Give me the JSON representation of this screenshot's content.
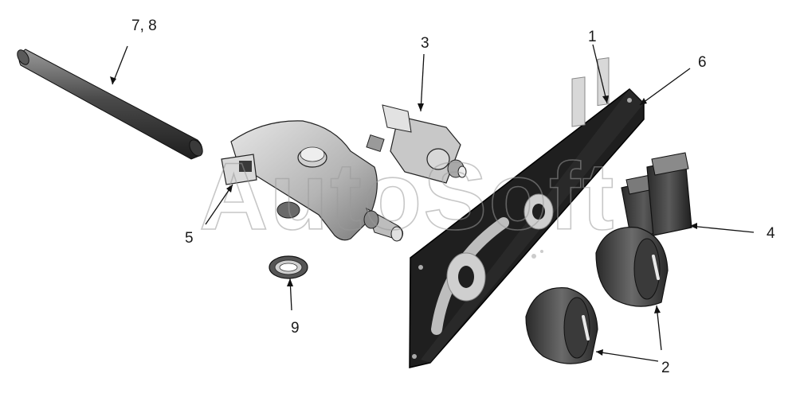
{
  "watermark": "AutoSoft",
  "callouts": [
    {
      "id": "label-1",
      "text": "1"
    },
    {
      "id": "label-2",
      "text": "2"
    },
    {
      "id": "label-3",
      "text": "3"
    },
    {
      "id": "label-4",
      "text": "4"
    },
    {
      "id": "label-5",
      "text": "5"
    },
    {
      "id": "label-6",
      "text": "6"
    },
    {
      "id": "label-7-8",
      "text": "7, 8"
    },
    {
      "id": "label-9",
      "text": "9"
    }
  ],
  "colors": {
    "background": "#ffffff",
    "part_dark": "#3a3a3a",
    "part_mid": "#8c8c8c",
    "part_light": "#d2d2d2",
    "panel": "#1e1e1e"
  }
}
